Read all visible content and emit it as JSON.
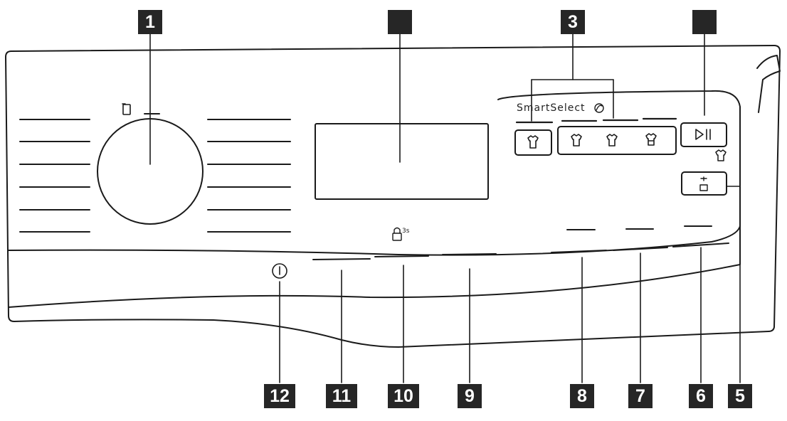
{
  "brand_label": "SmartSelect",
  "lock_timer_label": "3s",
  "callouts": [
    "1",
    "",
    "3",
    "",
    "5",
    "6",
    "7",
    "8",
    "9",
    "10",
    "11",
    "12"
  ],
  "icons": {
    "door": "door-icon",
    "shirt": "shirt-icon",
    "play_pause": "play-pause-icon",
    "steam": "steam-icon",
    "lock": "lock-icon",
    "power": "power-icon",
    "eco": "eco-leaf-icon"
  }
}
